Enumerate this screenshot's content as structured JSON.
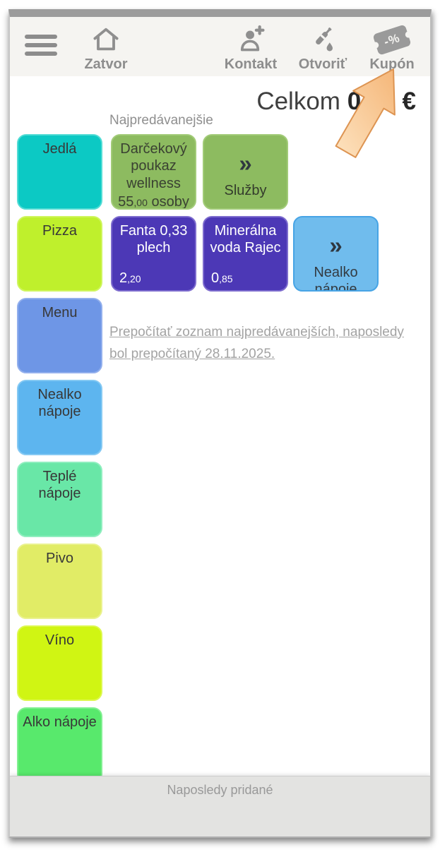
{
  "toolbar": {
    "items": [
      {
        "label": "Zatvor",
        "icon": "home-icon"
      },
      {
        "label": "Kontakt",
        "icon": "person-add-icon"
      },
      {
        "label": "Otvoriť",
        "icon": "bottle-icon"
      },
      {
        "label": "Kupón",
        "icon": "coupon-icon",
        "icon_text": "-%"
      }
    ]
  },
  "total": {
    "label": "Celkom",
    "amount": "0,00 €"
  },
  "bestsellers": {
    "title": "Najpredávanejšie",
    "products": [
      {
        "name": "Darčekový poukaz wellness",
        "price_int": "55",
        "price_dec": ",00",
        "unit": "osoby",
        "bg": "#8dbb60",
        "border": "#a2cb78",
        "text_color": "#3a4132"
      },
      {
        "chevron": "»",
        "label": "Služby",
        "bg": "#8dbb60",
        "border": "#a2cb78",
        "text_color": "#333b2c"
      },
      {
        "name": "Fanta 0,33 plech",
        "price_int": "2",
        "price_dec": ",20",
        "bg": "#4c38b6",
        "border": "#7d6cce",
        "text_color": "#ffffff"
      },
      {
        "name": "Minerálna voda Rajec",
        "price_int": "0",
        "price_dec": ",85",
        "bg": "#4c38b6",
        "border": "#7d6cce",
        "text_color": "#ffffff"
      },
      {
        "chevron": "»",
        "label": "Nealko nápoje",
        "bg": "#70bced",
        "border": "#47a4e5",
        "text_color": "#333b42"
      }
    ],
    "recalc_link": "Prepočítať zoznam najpredávanejších, naposledy bol prepočítaný 28.11.2025."
  },
  "categories": [
    {
      "label": "Jedlá",
      "bg": "#0cc9c4",
      "border": "#52dcd5"
    },
    {
      "label": "Pizza",
      "bg": "#bff02c",
      "border": "#cff55e"
    },
    {
      "label": "Menu",
      "bg": "#6e96e6",
      "border": "#92afed"
    },
    {
      "label": "Nealko nápoje",
      "bg": "#5db5ef",
      "border": "#85c9f3"
    },
    {
      "label": "Teplé nápoje",
      "bg": "#69e7a7",
      "border": "#90eebf"
    },
    {
      "label": "Pivo",
      "bg": "#e1ec66",
      "border": "#eaf28f"
    },
    {
      "label": "Víno",
      "bg": "#d0f513",
      "border": "#ddf84f"
    },
    {
      "label": "Alko nápoje",
      "bg": "#58e96c",
      "border": "#82ef92"
    }
  ],
  "bottom_bar": {
    "label": "Naposledy pridané"
  },
  "annotation_arrow": {
    "target": "Kupón",
    "fill_light": "#fde3c0",
    "fill_dark": "#f5b678",
    "stroke": "#dd9452"
  }
}
